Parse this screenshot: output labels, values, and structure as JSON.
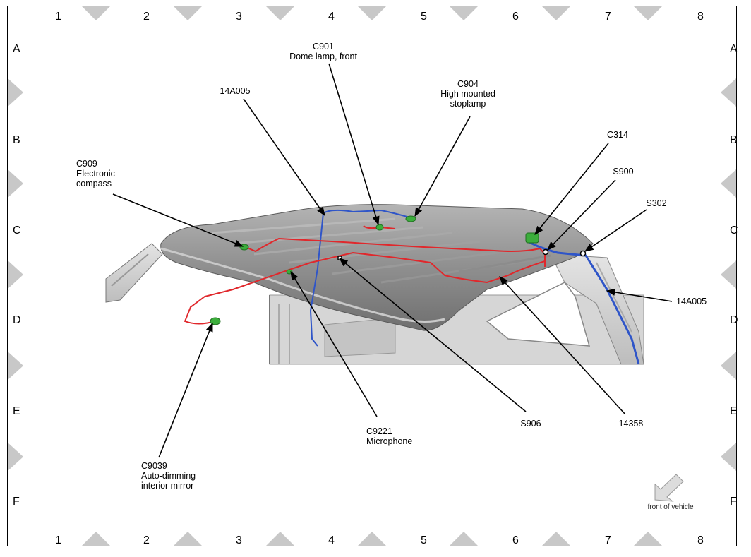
{
  "grid": {
    "columns": [
      "1",
      "2",
      "3",
      "4",
      "5",
      "6",
      "7",
      "8"
    ],
    "rows": [
      "A",
      "B",
      "C",
      "D",
      "E",
      "F"
    ]
  },
  "callouts": {
    "c901": {
      "code": "C901",
      "desc": "Dome lamp, front"
    },
    "c904": {
      "code": "C904",
      "desc1": "High mounted",
      "desc2": "stoplamp"
    },
    "w14a005_top": {
      "code": "14A005"
    },
    "c314": {
      "code": "C314"
    },
    "s900": {
      "code": "S900"
    },
    "s302": {
      "code": "S302"
    },
    "c909": {
      "code": "C909",
      "desc1": "Electronic",
      "desc2": "compass"
    },
    "w14a005_right": {
      "code": "14A005"
    },
    "c9221": {
      "code": "C9221",
      "desc": "Microphone"
    },
    "s906": {
      "code": "S906"
    },
    "w14358": {
      "code": "14358"
    },
    "c9039": {
      "code": "C9039",
      "desc1": "Auto-dimming",
      "desc2": "interior mirror"
    }
  },
  "orientation": {
    "label": "front of vehicle",
    "icon": "arrow-down-left-icon"
  },
  "colors": {
    "roof": "#8c8c8c",
    "harness_red": "#e0282c",
    "harness_blue": "#2f55c8",
    "connector_green": "#3cae3c",
    "marker_gray": "#c8c8c8"
  }
}
